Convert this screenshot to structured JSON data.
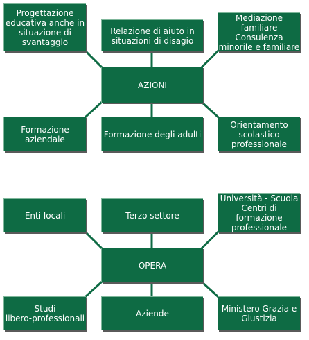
{
  "colors": {
    "node_fill": "#0e6b44",
    "connector": "#0e6b44",
    "background": "#ffffff"
  },
  "azioni": {
    "center": "AZIONI",
    "top_left": "Progettazione\neducativa anche in\nsituazione di\nsvantaggio",
    "top_mid": "Relazione di aiuto in\nsituazioni di disagio",
    "top_right": "Mediazione\nfamiliare\nConsulenza\nminorile e familiare",
    "bot_left": "Formazione\naziendale",
    "bot_mid": "Formazione degli adulti",
    "bot_right": "Orientamento\nscolastico\nprofessionale"
  },
  "opera": {
    "center": "OPERA",
    "top_left": "Enti locali",
    "top_mid": "Terzo settore",
    "top_right": "Università - Scuola\nCentri di\nformazione\nprofessionale",
    "bot_left": "Studi\nlibero-professionali",
    "bot_mid": "Aziende",
    "bot_right": "Ministero Grazia e\nGiustizia"
  }
}
